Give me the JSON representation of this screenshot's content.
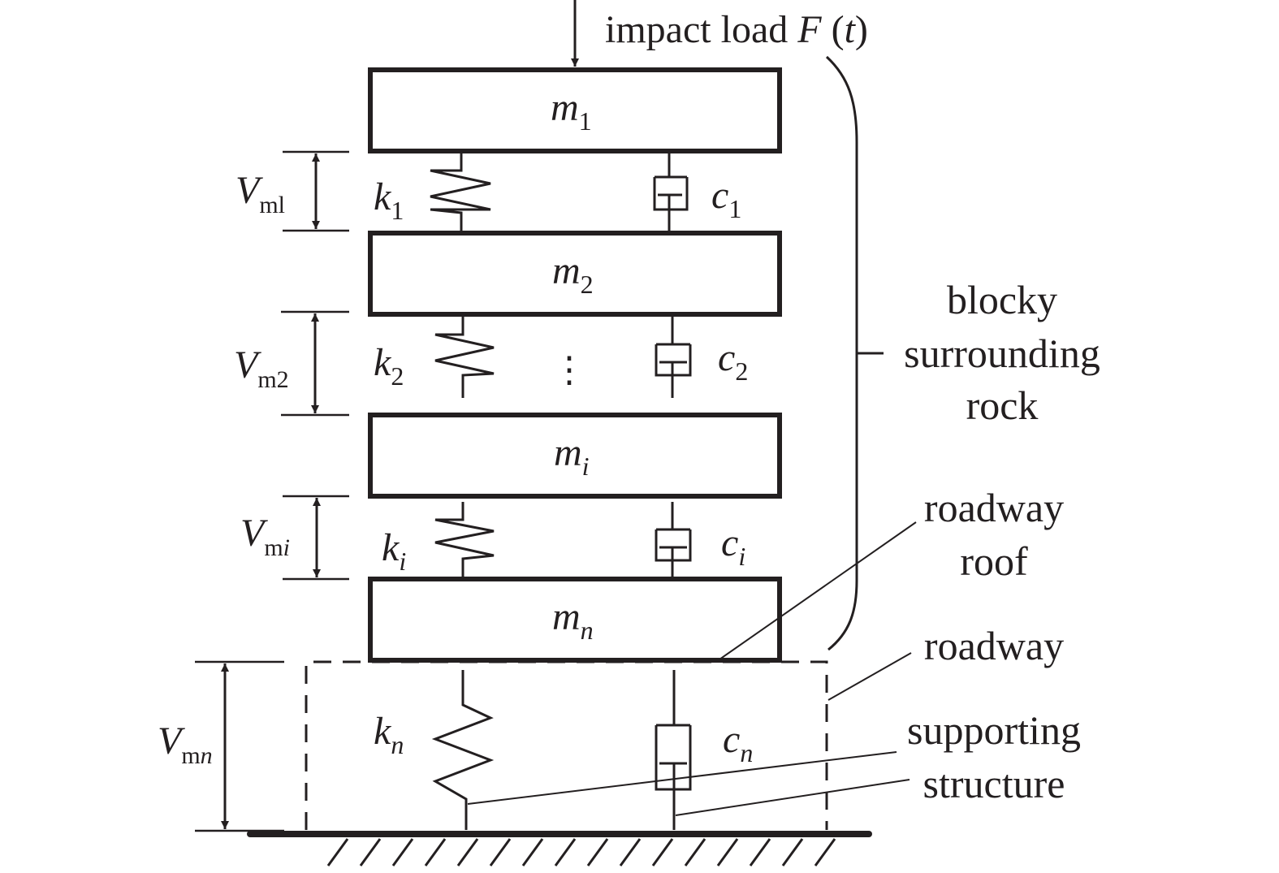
{
  "load": {
    "label": "impact load ",
    "symbol": "F",
    "open": " (",
    "arg": "t",
    "close": ")"
  },
  "masses": [
    {
      "symbol": "m",
      "sub": "1"
    },
    {
      "symbol": "m",
      "sub": "2"
    },
    {
      "symbol": "m",
      "sub": "i"
    },
    {
      "symbol": "m",
      "sub": "n"
    }
  ],
  "springs": [
    {
      "symbol": "k",
      "sub": "1"
    },
    {
      "symbol": "k",
      "sub": "2"
    },
    {
      "symbol": "k",
      "sub": "i"
    },
    {
      "symbol": "k",
      "sub": "n"
    }
  ],
  "dampers": [
    {
      "symbol": "c",
      "sub": "1"
    },
    {
      "symbol": "c",
      "sub": "2"
    },
    {
      "symbol": "c",
      "sub": "i"
    },
    {
      "symbol": "c",
      "sub": "n"
    }
  ],
  "volumes": [
    {
      "symbol": "V",
      "sub": "ml",
      "sub_italic": ""
    },
    {
      "symbol": "V",
      "sub": "m2",
      "sub_italic": ""
    },
    {
      "symbol": "V",
      "sub": "m",
      "sub_italic": "i"
    },
    {
      "symbol": "V",
      "sub": "m",
      "sub_italic": "n"
    }
  ],
  "ellipsis": "⋮",
  "labels": {
    "blocky": [
      "blocky",
      "surrounding",
      "rock"
    ],
    "roof": [
      "roadway",
      "roof"
    ],
    "roadway": "roadway",
    "support": [
      "supporting",
      "structure"
    ]
  },
  "colors": {
    "ink": "#231f20",
    "background": "#ffffff"
  }
}
